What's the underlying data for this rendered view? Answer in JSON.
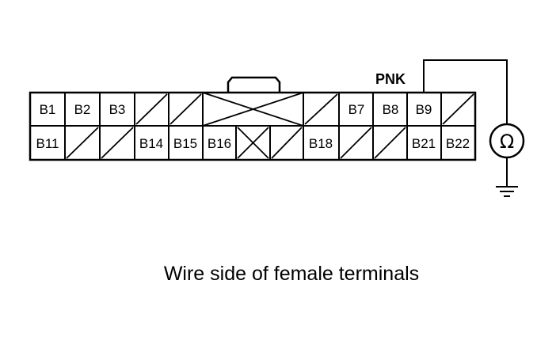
{
  "connector": {
    "top_row": [
      "B1",
      "B2",
      "B3",
      "",
      "",
      "",
      "",
      "",
      "B7",
      "B8",
      "B9",
      ""
    ],
    "bottom_row": [
      "B11",
      "",
      "",
      "B14",
      "B15",
      "B16",
      "",
      "",
      "B18",
      "",
      "",
      "B21",
      "B22"
    ]
  },
  "wire": {
    "color_label": "PNK"
  },
  "meter": {
    "symbol": "Ω"
  },
  "caption": "Wire side of female terminals"
}
